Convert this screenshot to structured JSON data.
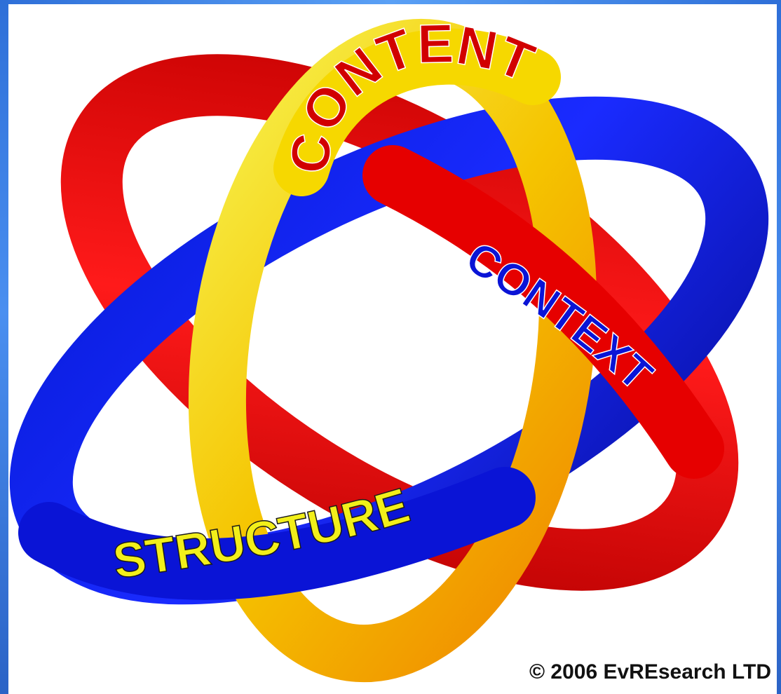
{
  "rings": {
    "content": {
      "label": "CONTENT",
      "ring_color": "#f5c400",
      "text_color": "#d10000"
    },
    "context": {
      "label": "CONTEXT",
      "ring_color": "#e00000",
      "text_color": "#0a14d6"
    },
    "structure": {
      "label": "STRUCTURE",
      "ring_color": "#0a14d6",
      "text_color": "#f2ef1a"
    }
  },
  "copyright": "© 2006 EvREsearch LTD",
  "icons": [
    "three-interlocked-rings-logo"
  ]
}
